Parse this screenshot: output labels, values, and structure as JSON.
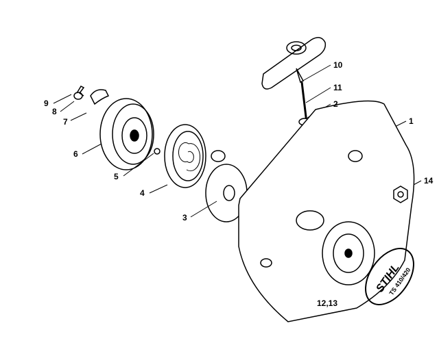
{
  "callouts": {
    "p1": "1",
    "p2": "2",
    "p3": "3",
    "p4": "4",
    "p5": "5",
    "p6": "6",
    "p7": "7",
    "p8": "8",
    "p9": "9",
    "p10": "10",
    "p11": "11",
    "p12_13": "12,13",
    "p14": "14"
  },
  "logo": {
    "brand": "STIHL",
    "model": "TS 410/420"
  }
}
